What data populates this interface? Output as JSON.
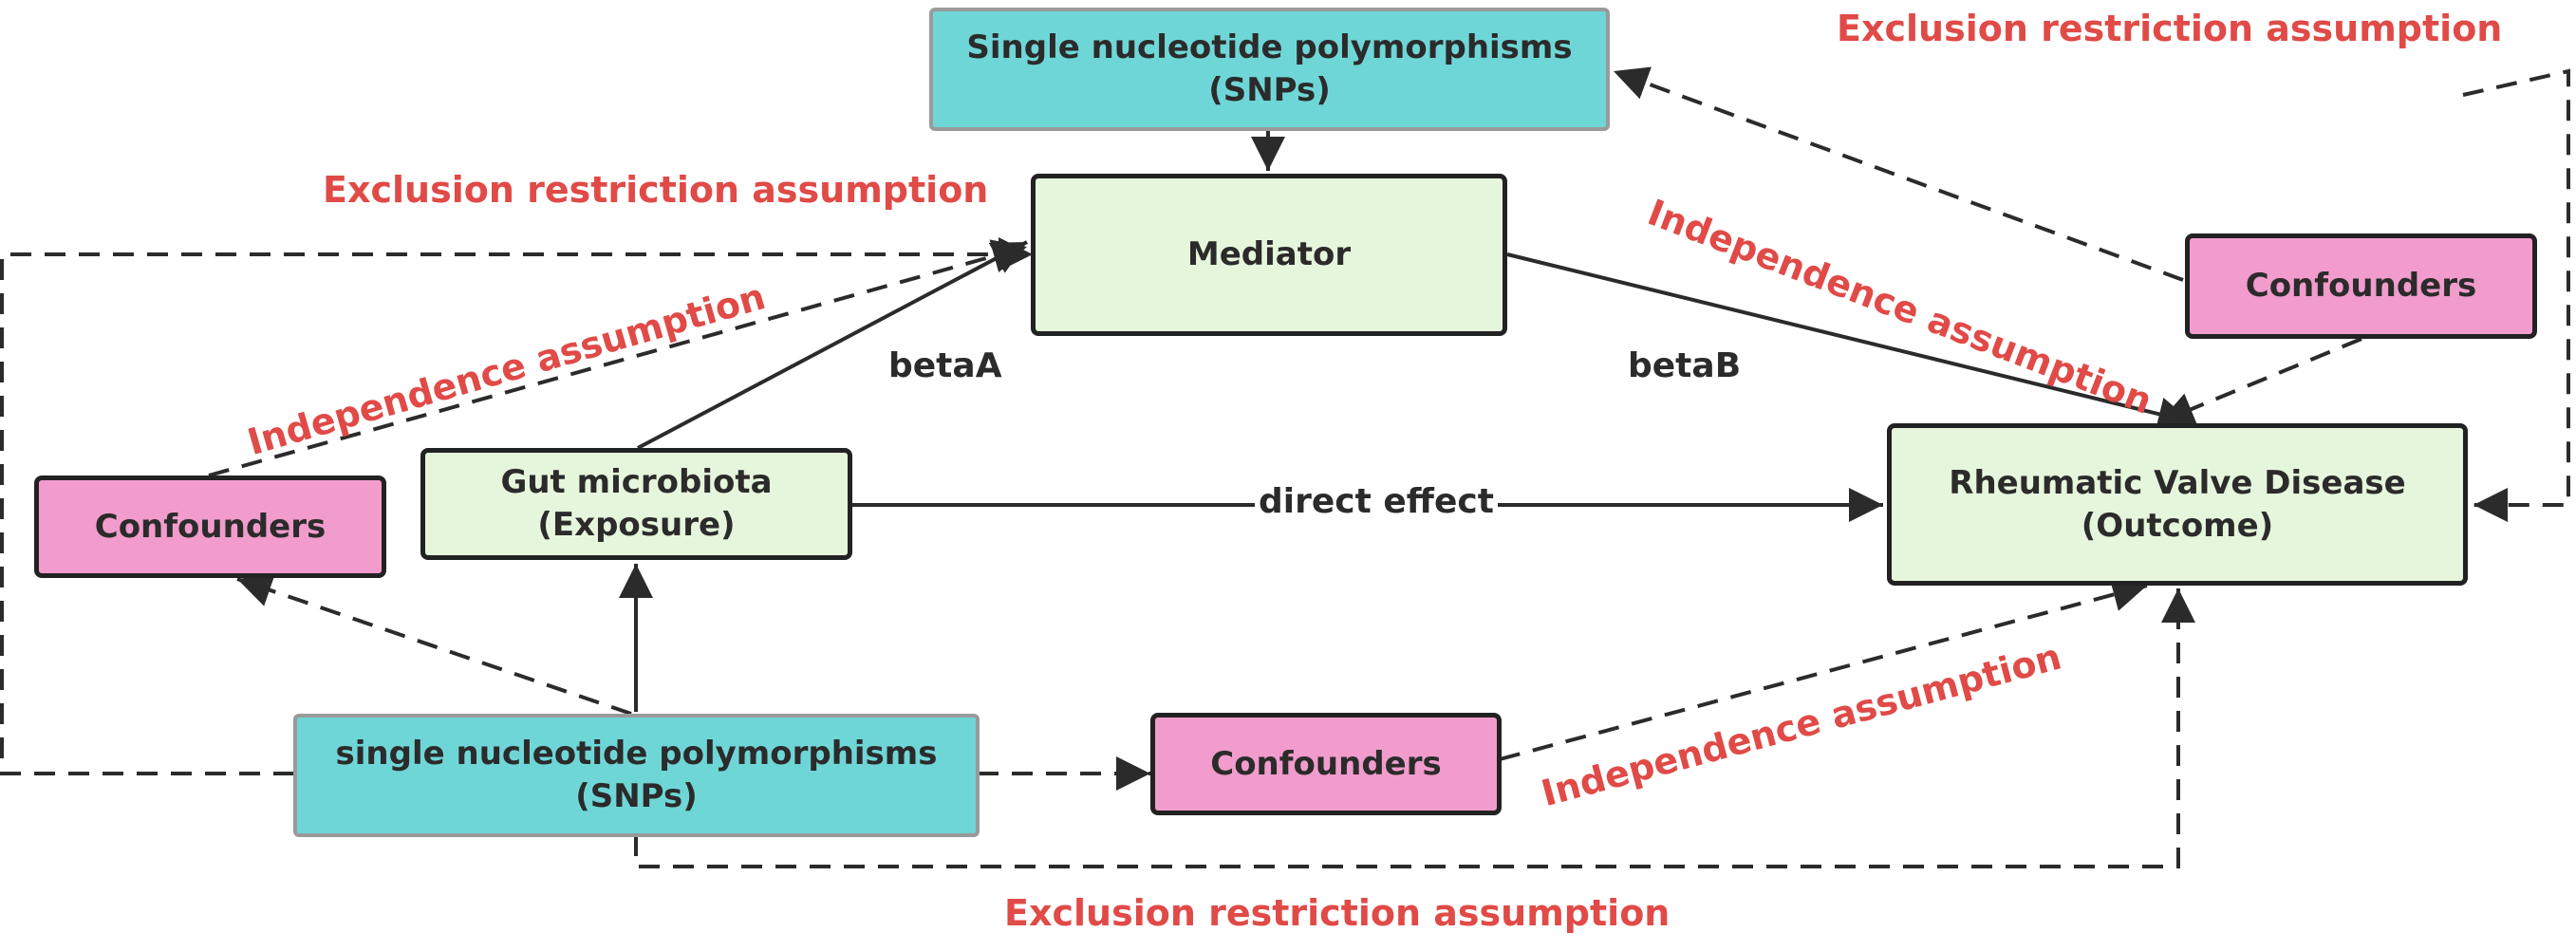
{
  "colors": {
    "node_fill": "#e6f6dc",
    "confounder_fill": "#f19ccc",
    "snp_fill": "#6fd6d7",
    "assumption_label": "#e04a47",
    "line": "#2b2b2b"
  },
  "nodes": {
    "snps_top": {
      "line1": "Single nucleotide polymorphisms",
      "line2": "(SNPs)"
    },
    "mediator": {
      "label": "Mediator"
    },
    "confounders_right": {
      "label": "Confounders"
    },
    "confounders_left": {
      "label": "Confounders"
    },
    "gut": {
      "line1": "Gut microbiota",
      "line2": "(Exposure)"
    },
    "rvd": {
      "line1": "Rheumatic Valve Disease",
      "line2": "(Outcome)"
    },
    "snps_bottom": {
      "line1": "single nucleotide polymorphisms",
      "line2": "(SNPs)"
    },
    "confounders_bottom": {
      "label": "Confounders"
    }
  },
  "edge_labels": {
    "exclusion_top_right": "Exclusion restriction assumption",
    "exclusion_left": "Exclusion restriction assumption",
    "exclusion_bottom": "Exclusion restriction assumption",
    "independence_top_right": "Independence assumption",
    "independence_left": "Independence assumption",
    "independence_bottom": "Independence assumption",
    "beta_a": "betaA",
    "beta_b": "betaB",
    "direct_effect": "direct effect"
  }
}
